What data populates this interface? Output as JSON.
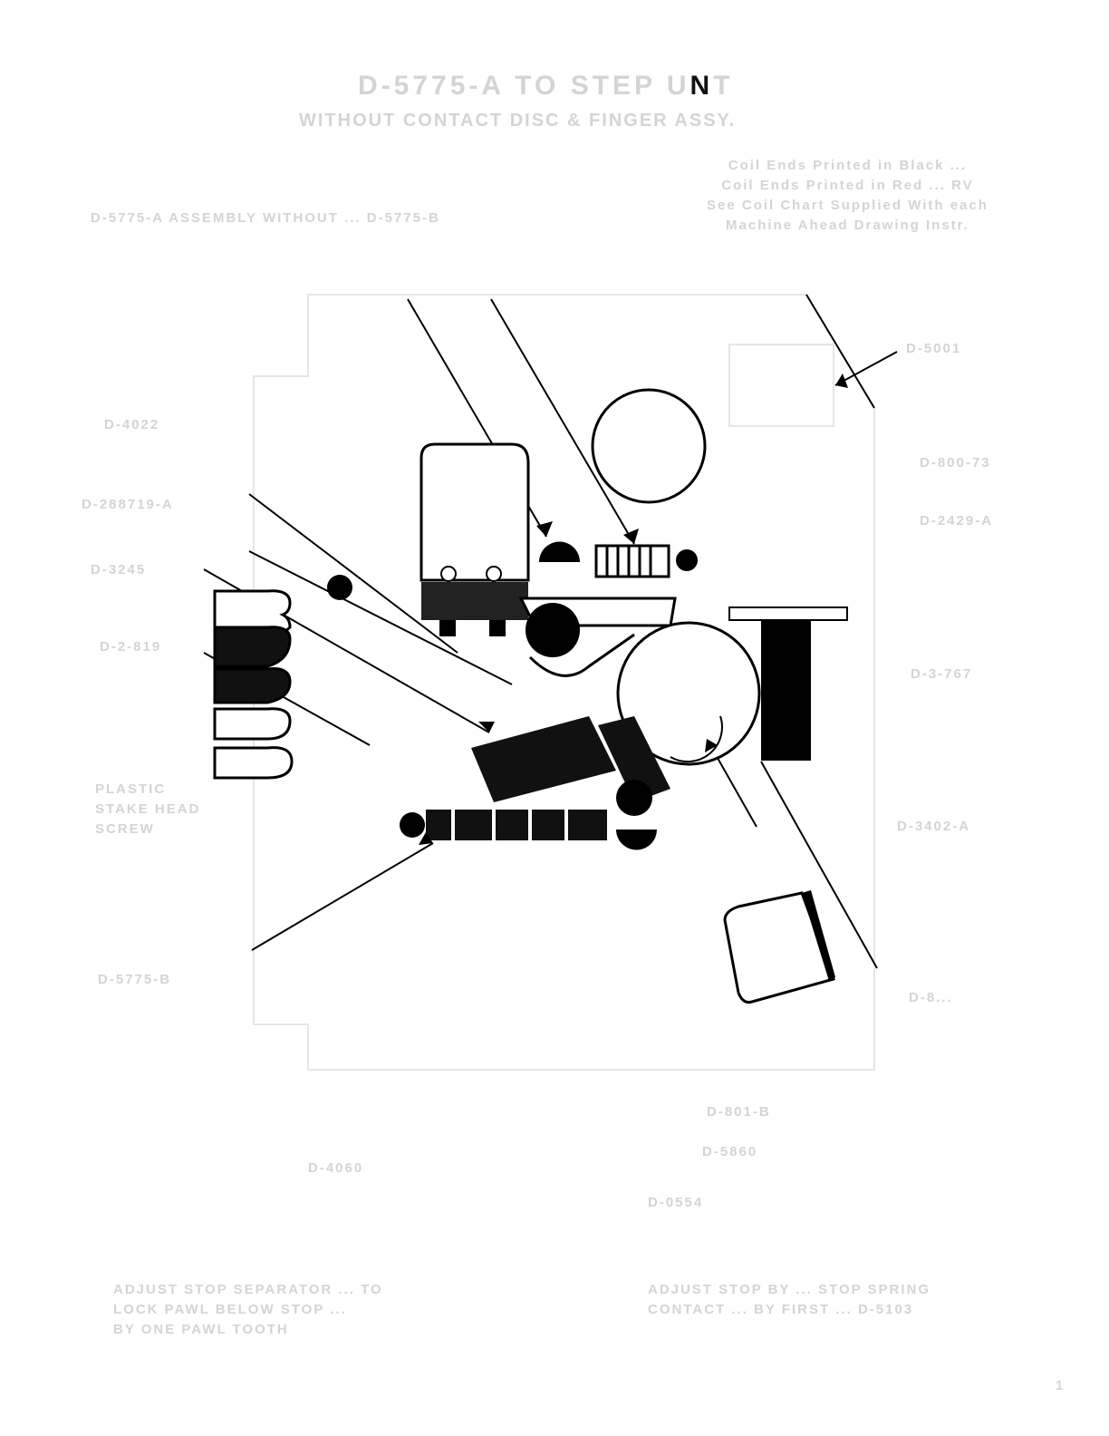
{
  "header": {
    "title_prefix": "D-5775-A TO  STEP U",
    "title_bold": "N",
    "title_suffix": "T",
    "subtitle": "WITHOUT CONTACT DISC & FINGER ASSY."
  },
  "notes": {
    "left": "D-5775-A ASSEMBLY WITHOUT ... D-5775-B",
    "right": "Coil Ends Printed in Black ...\nCoil Ends Printed in Red ... RV\nSee Coil Chart Supplied With each\nMachine Ahead Drawing Instr."
  },
  "labels_left": [
    "D-4022",
    "D-288719-A",
    "D-3245",
    "D-2-819",
    "PLASTIC\nSTAKE HEAD\nSCREW",
    "D-5775-B"
  ],
  "labels_right": [
    "D-5001",
    "D-800-73",
    "D-2429-A",
    "D-3-767",
    "D-3402-A",
    "D-8..."
  ],
  "labels_bottom": [
    "D-4060",
    "D-801-B",
    "D-5860",
    "D-0554"
  ],
  "footer": {
    "left": "ADJUST STOP SEPARATOR ... TO\nLOCK PAWL BELOW STOP ...\nBY ONE PAWL TOOTH",
    "right": "ADJUST STOP BY ... STOP SPRING\nCONTACT ... BY FIRST ... D-5103"
  },
  "page_number": "1"
}
